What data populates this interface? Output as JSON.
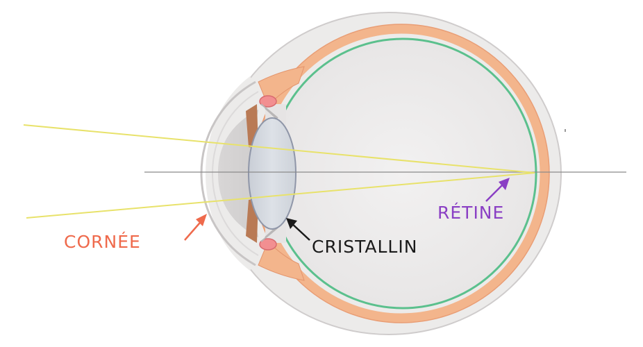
{
  "labels": {
    "cornea": "CORNÉE",
    "lens": "CRISTALLIN",
    "retina": "RÉTINE"
  },
  "colors": {
    "cornea_label": "#ef6a4c",
    "lens_label": "#1a1a1a",
    "retina_label": "#8a3fc4",
    "light_rays": "#e8e26a",
    "optical_axis": "#8a8a8a",
    "sclera": "#e9e6e6",
    "choroid": "#f4b48a",
    "retina_line": "#55c08a",
    "lens_fill": "#d4d9e0",
    "iris": "#b97a55"
  }
}
